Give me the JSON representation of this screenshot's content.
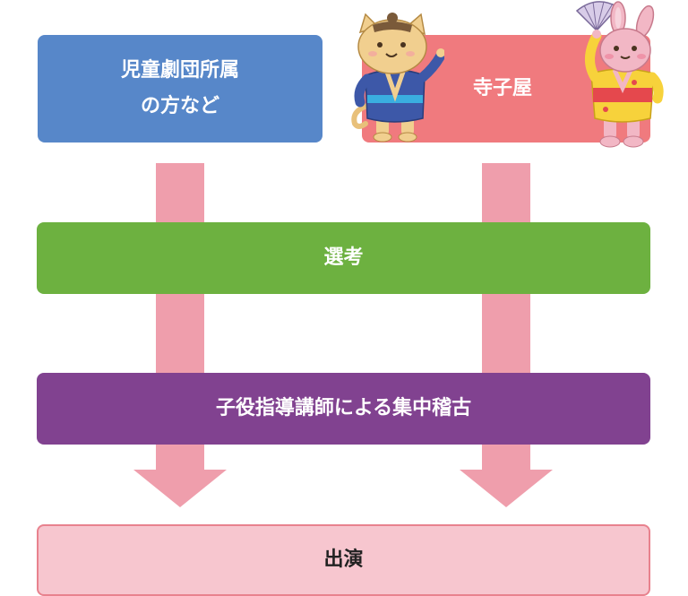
{
  "colors": {
    "box_a": "#5787c9",
    "box_b": "#f07a7e",
    "box_c": "#6db140",
    "box_d": "#814290",
    "box_e_fill": "#f7c6cf",
    "box_e_border": "#e8828e",
    "arrow": "#ef9eac",
    "text_light": "#ffffff",
    "text_dark": "#222222"
  },
  "boxes": {
    "children_theater": {
      "line1": "児童劇団所属",
      "line2": "の方など"
    },
    "terakoya": {
      "label": "寺子屋"
    },
    "selection": {
      "label": "選考"
    },
    "training": {
      "label": "子役指導講師による集中稽古"
    },
    "performance": {
      "label": "出演"
    }
  },
  "icons": {
    "left_mascot": "cat-in-yukata-icon",
    "right_mascot": "rabbit-with-fan-icon"
  }
}
